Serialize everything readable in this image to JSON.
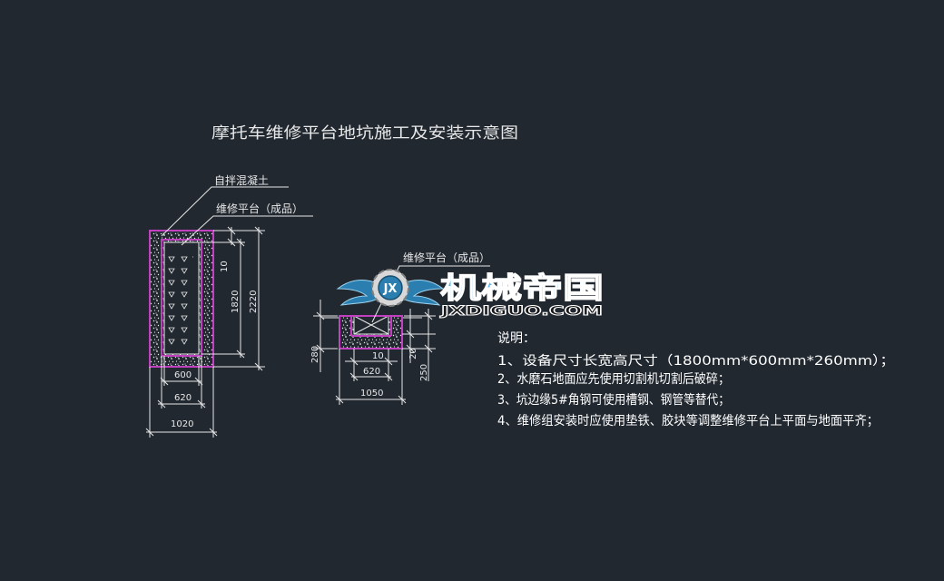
{
  "drawing": {
    "title": "摩托车维修平台地坑施工及安装示意图",
    "colors": {
      "background": "#212830",
      "linework": "#e8e8e8",
      "pit_outline": "#c040c0",
      "logo_blue": "#2a7fb0",
      "logo_text": "#5ab6e8"
    }
  },
  "plan_view": {
    "label_concrete": "自拌混凝土",
    "label_platform": "维修平台（成品）",
    "dim_10": "10",
    "dim_1820": "1820",
    "dim_2220": "2220",
    "dim_600": "600",
    "dim_620": "620",
    "dim_1020": "1020"
  },
  "section_view": {
    "label_platform": "维修平台（成品）",
    "dim_280": "280",
    "dim_10": "10",
    "dim_20": "20",
    "dim_250": "250",
    "dim_620": "620",
    "dim_1050": "1050"
  },
  "watermark": {
    "badge": "JX",
    "name": "机械帝国",
    "url": "JXDIGUO.COM"
  },
  "notes": {
    "heading": "说明：",
    "items": [
      "1、设备尺寸长宽高尺寸（1800mm*600mm*260mm）；",
      "2、水磨石地面应先使用切割机切割后破碎；",
      "3、坑边缘5#角钢可使用槽钢、钢管等替代；",
      "4、维修组安装时应使用垫铁、胶块等调整维修平台上平面与地面平齐；"
    ]
  }
}
